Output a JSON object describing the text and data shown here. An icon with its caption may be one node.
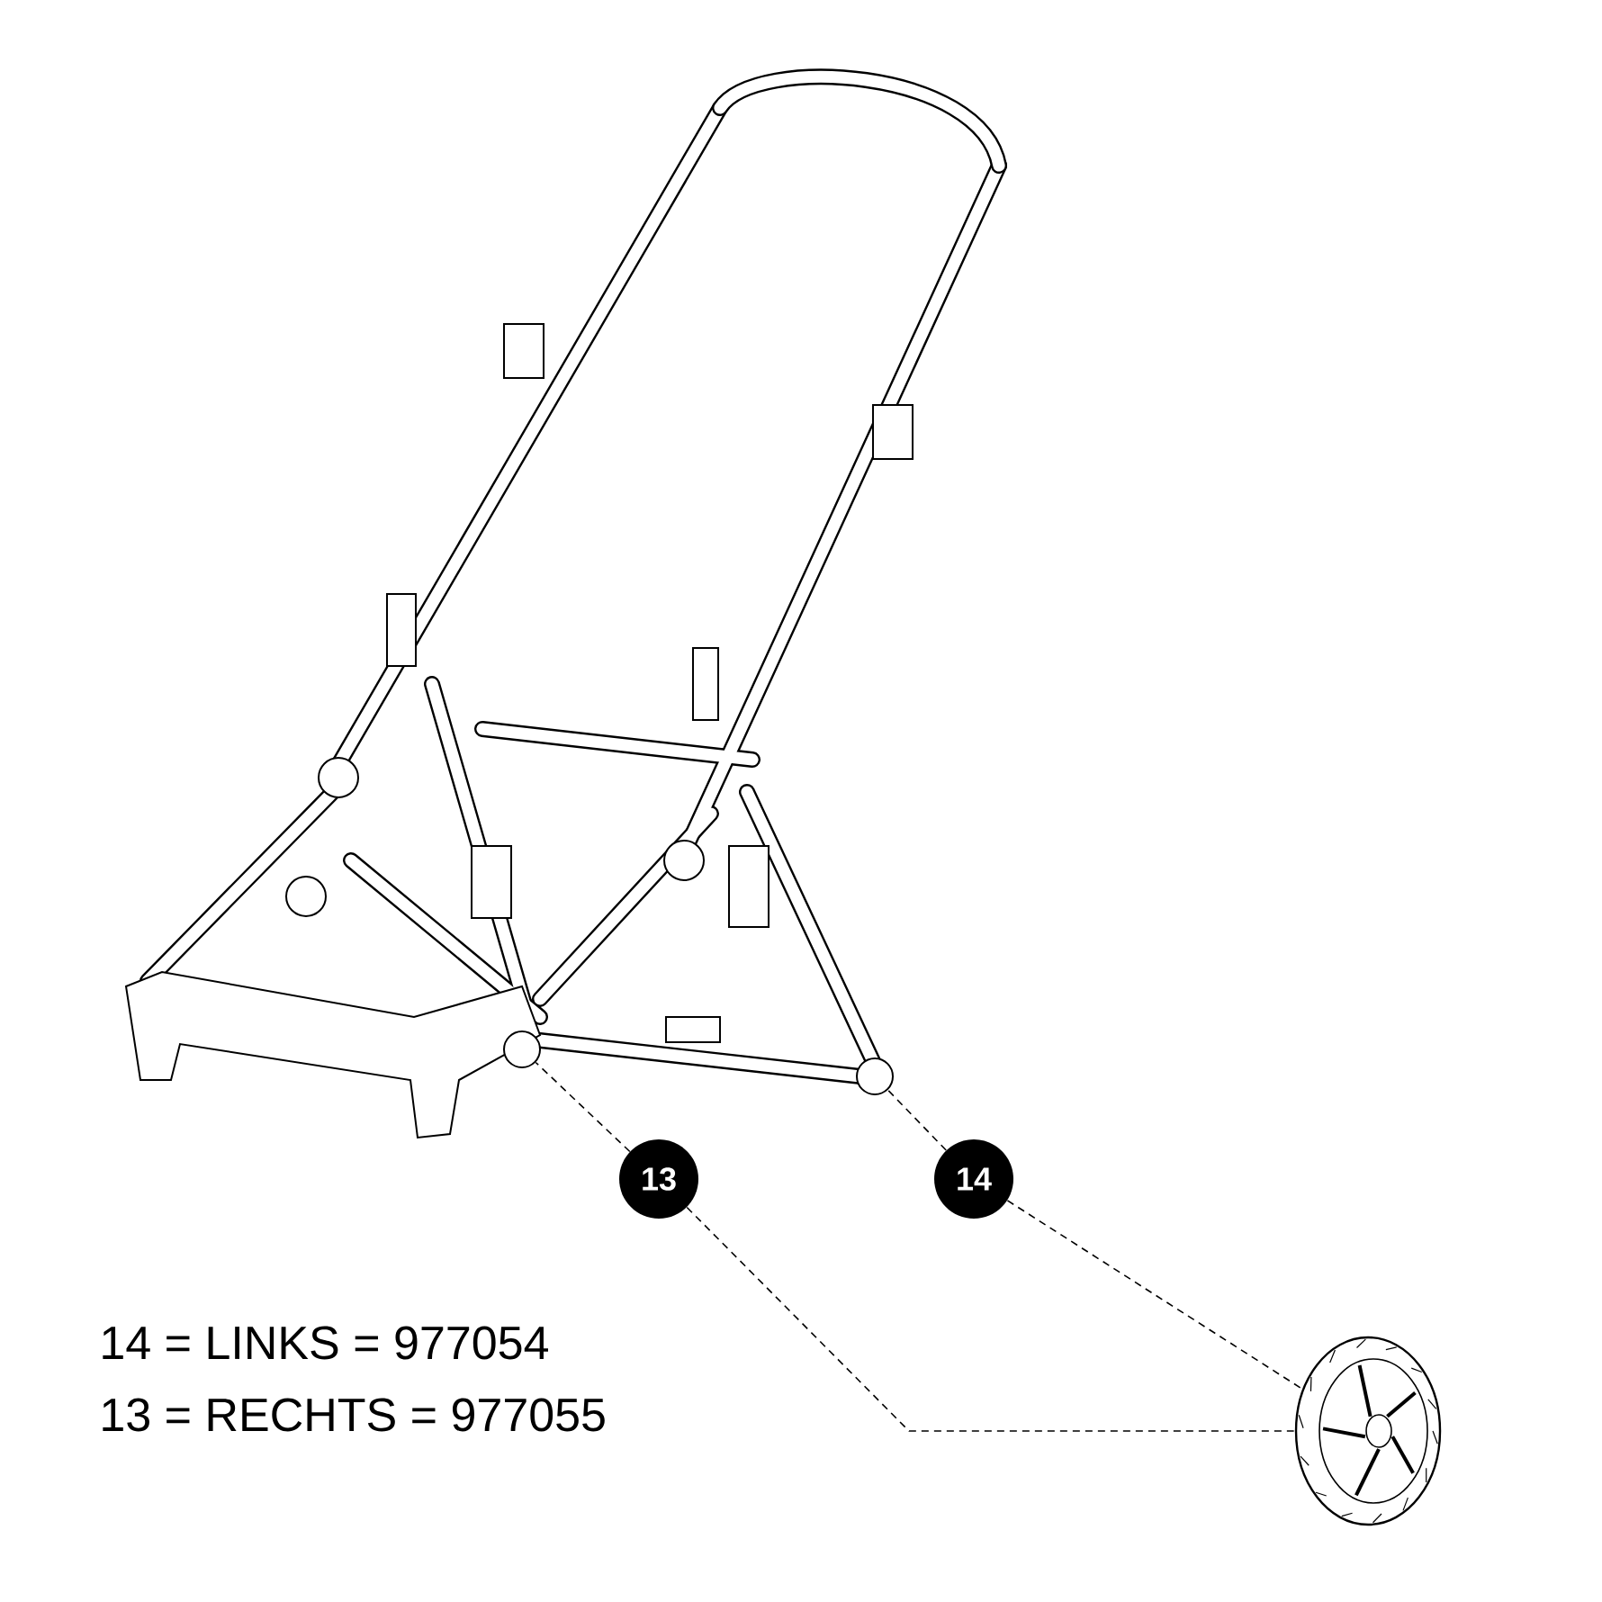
{
  "diagram": {
    "nodes": [
      {
        "text": [],
        "shape": "circle"
      },
      {
        "text": [],
        "shape": "circle"
      },
      {
        "text": [
          "13"
        ]
      },
      {
        "text": [
          "14"
        ]
      },
      {
        "text": [],
        "shape": "picture"
      }
    ],
    "edges": [
      {
        "from": 2,
        "to": 0,
        "arrow": "none",
        "style": "dashed"
      },
      {
        "from": 2,
        "to": 4,
        "arrow": "none",
        "style": "dashed"
      },
      {
        "from": 3,
        "to": 1,
        "arrow": "none",
        "style": "dashed"
      },
      {
        "from": 3,
        "to": 4,
        "arrow": "none",
        "style": "dashed"
      }
    ],
    "labels": [
      "14 = LINKS = 977054",
      "13 = RECHTS = 977055"
    ]
  }
}
